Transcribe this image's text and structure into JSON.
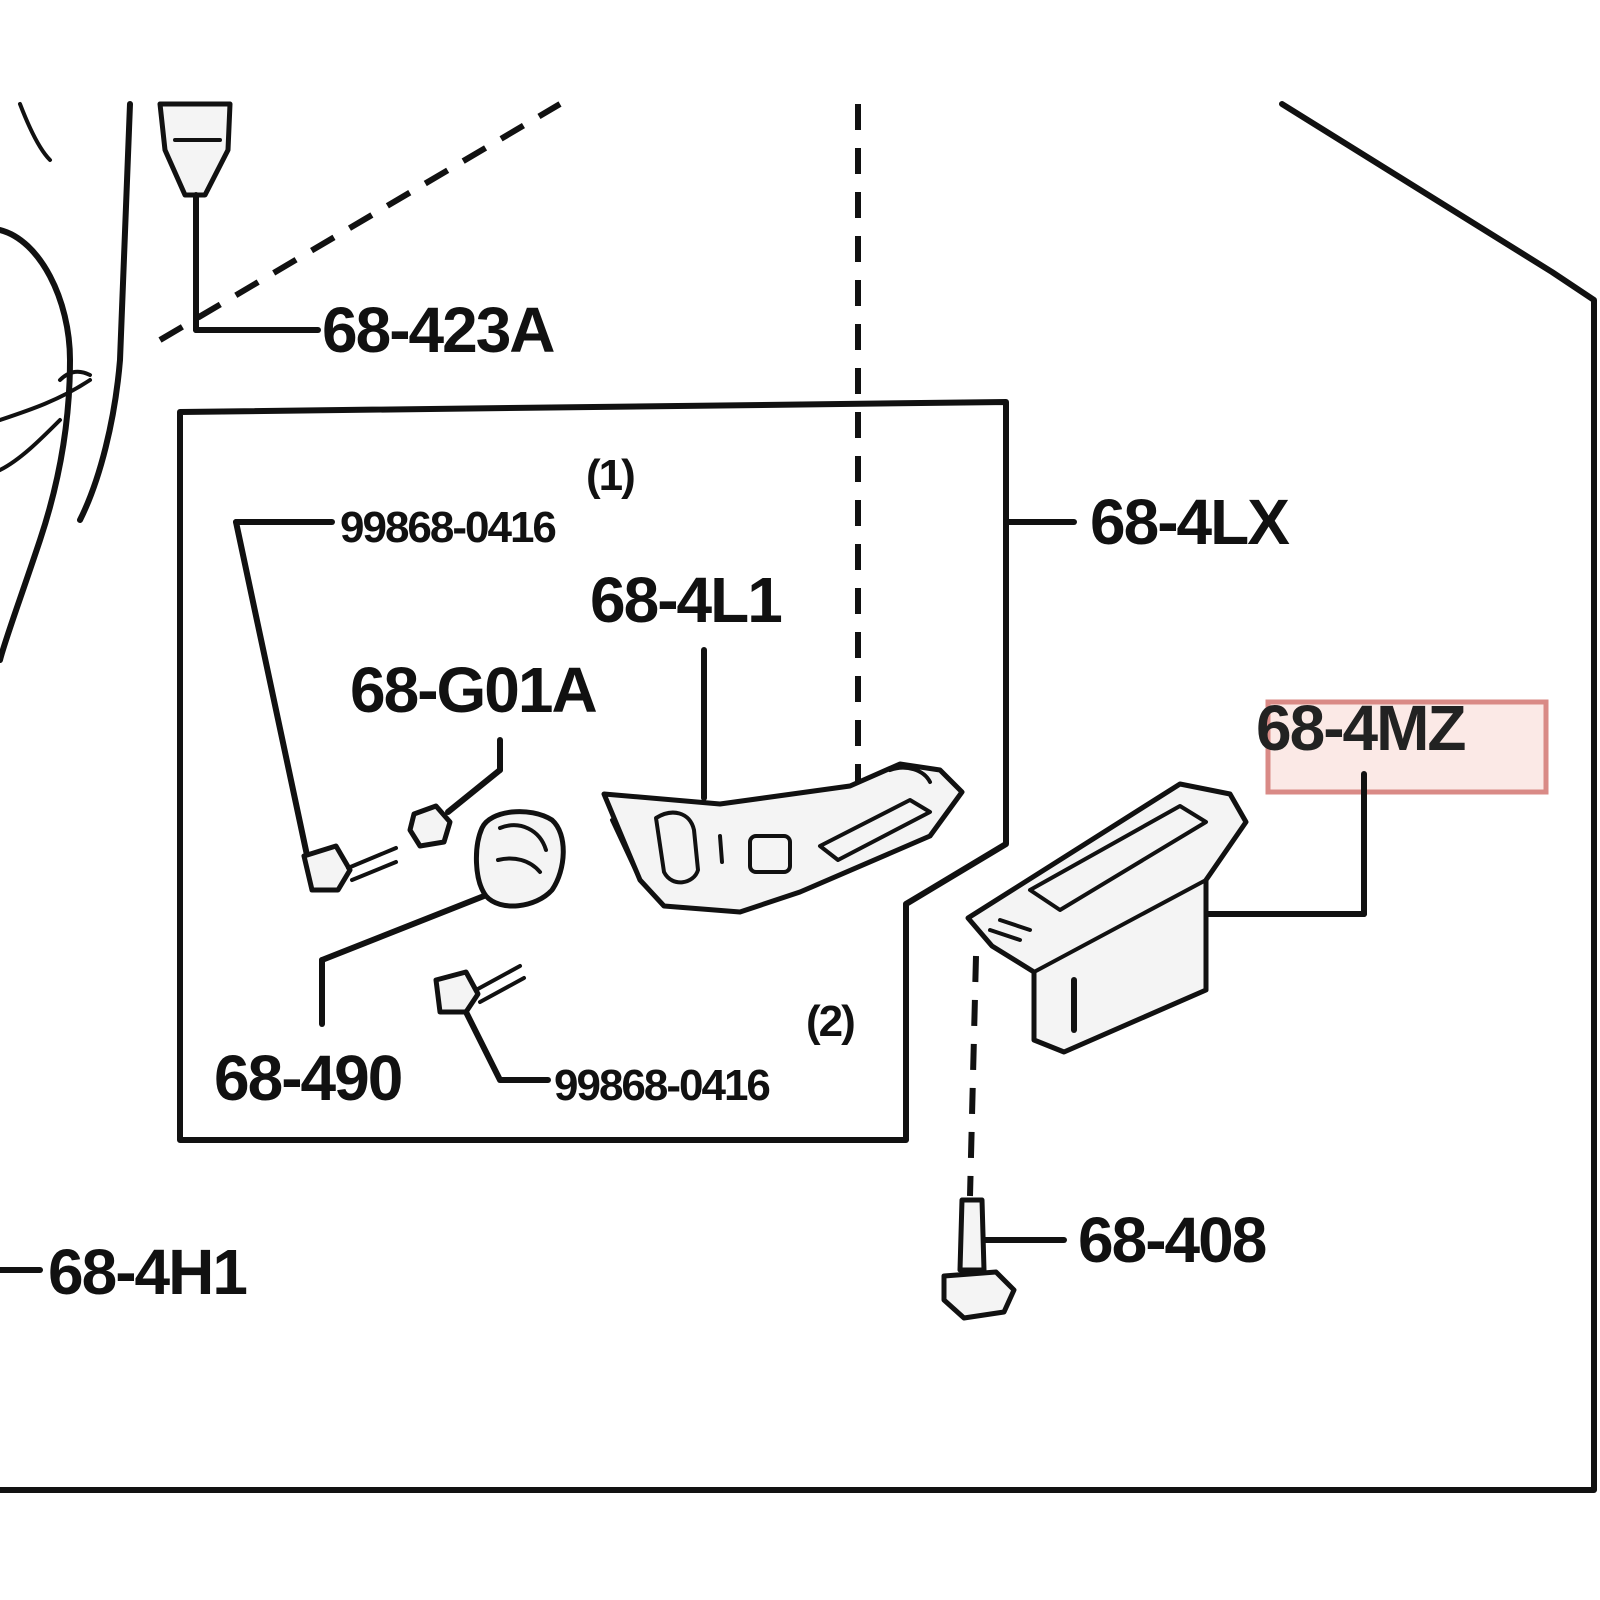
{
  "labels": {
    "p_423a": "68-423A",
    "p_4lx": "68-4LX",
    "p_4l1": "68-4L1",
    "p_g01a": "68-G01A",
    "p_490": "68-490",
    "p_4mz": "68-4MZ",
    "p_408": "68-408",
    "p_4h1": "68-4H1",
    "screw_1": "99868-0416",
    "screw_2": "99868-0416",
    "note_1": "(1)",
    "note_2": "(2)"
  },
  "highlight": {
    "target": "68-4MZ",
    "color": "#d98a86"
  }
}
